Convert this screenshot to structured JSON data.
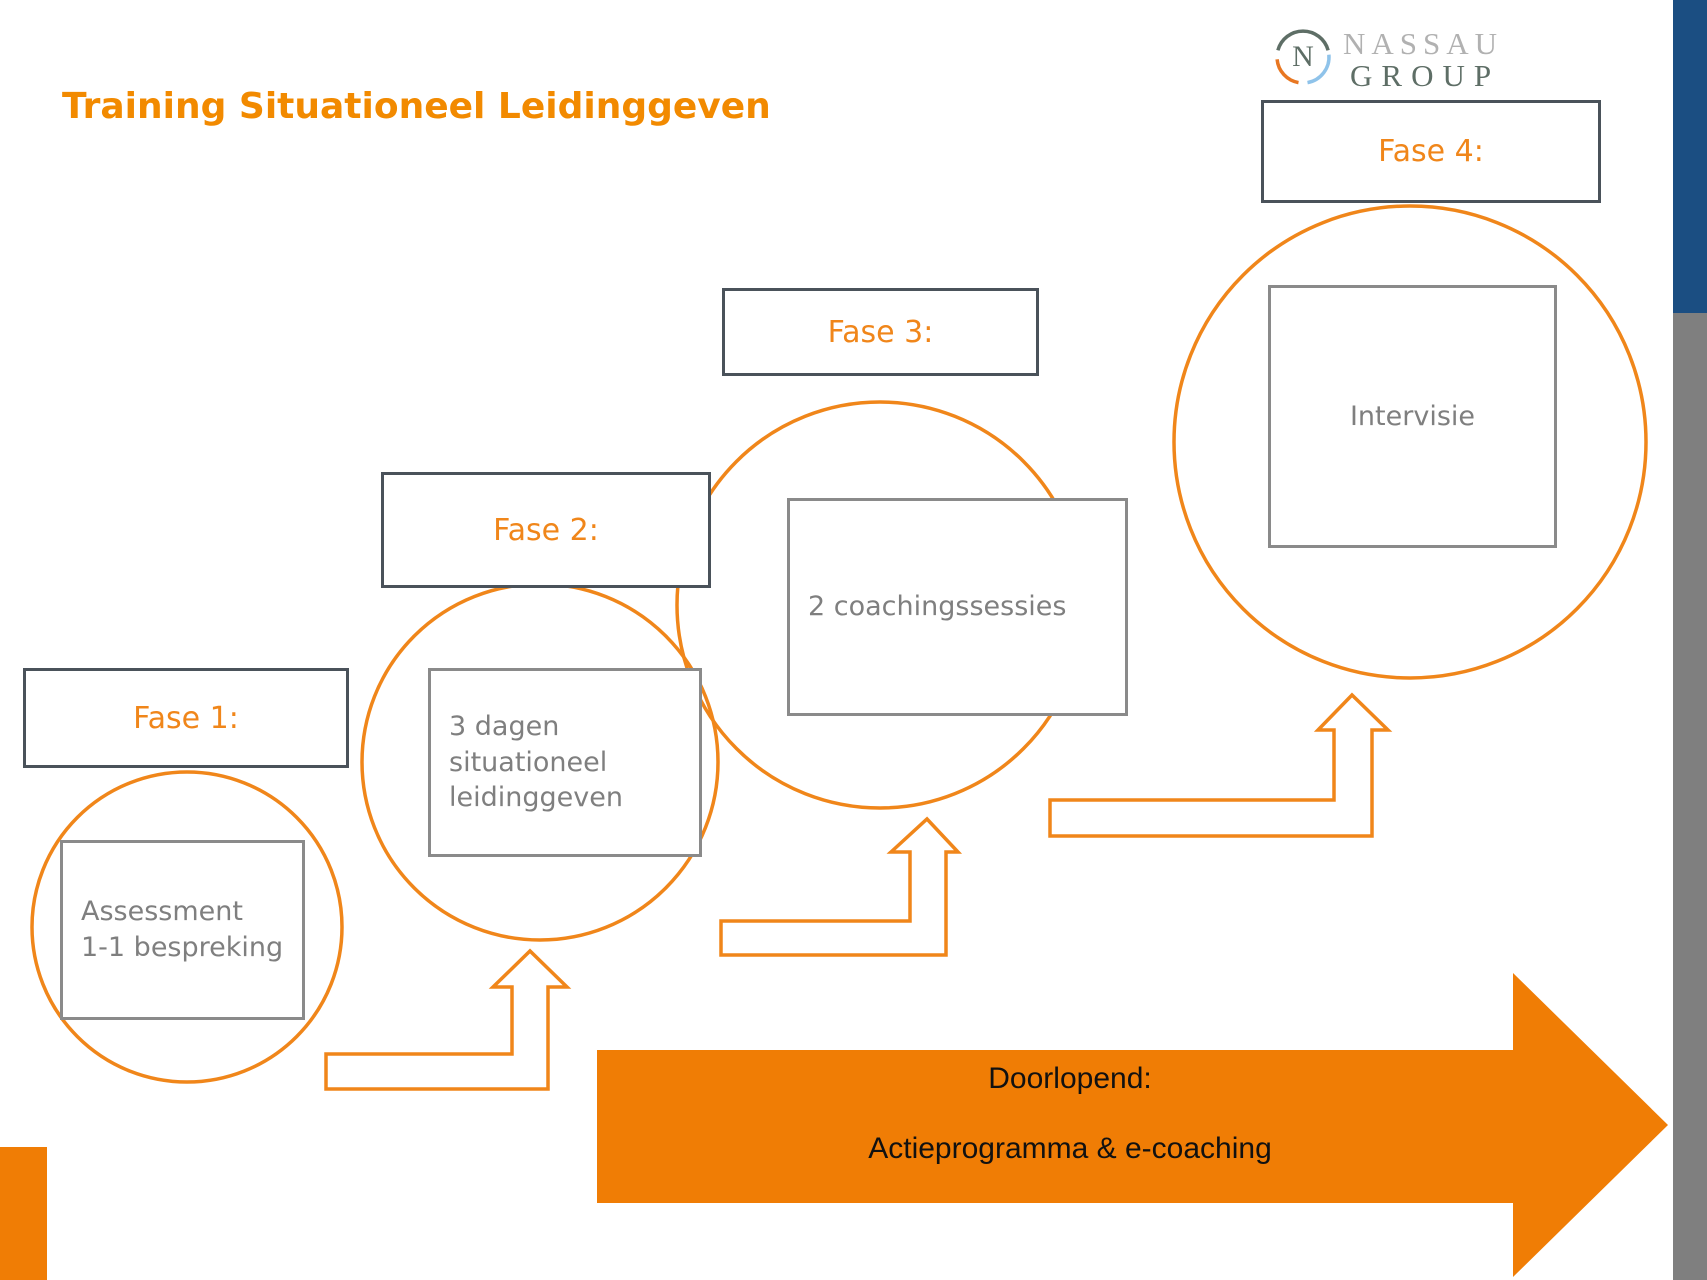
{
  "title": "Training Situationeel Leidinggeven",
  "logo": {
    "letter": "N",
    "name_top": "NASSAU",
    "name_bottom": "GROUP"
  },
  "phases": [
    {
      "label": "Fase 1:",
      "content": "Assessment\n1-1 bespreking"
    },
    {
      "label": "Fase 2:",
      "content": "3 dagen\nsituationeel\nleidinggeven"
    },
    {
      "label": "Fase 3:",
      "content": "2 coachingssessies"
    },
    {
      "label": "Fase 4:",
      "content": "Intervisie"
    }
  ],
  "banner": {
    "line1": "Doorlopend:",
    "line2": "Actieprogramma & e-coaching"
  },
  "colors": {
    "accent_orange": "#F0861A",
    "fill_orange": "#F07D05",
    "title_orange": "#F28A00",
    "box_border_dark": "#4A525A",
    "inner_border_gray": "#8A8A8A",
    "inner_text_gray": "#7F7F7F",
    "banner_text": "#111111",
    "strip_blue": "#1B4E82",
    "strip_gray": "#7F7F7F",
    "logo_dark": "#5E6E66",
    "logo_light_gray": "#B1B1B1",
    "logo_orange": "#E87722",
    "logo_blue": "#8FC3EA"
  }
}
